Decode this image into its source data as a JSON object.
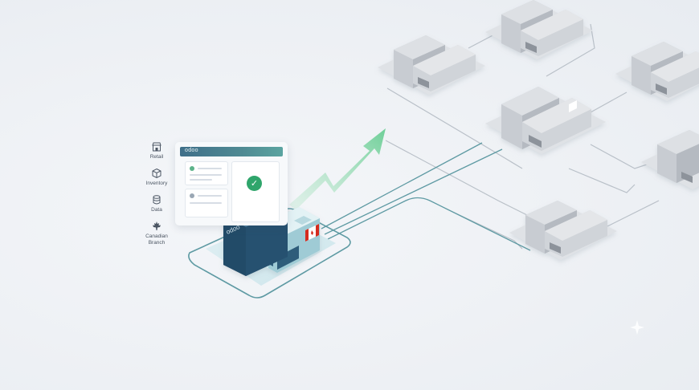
{
  "legend": {
    "items": [
      {
        "label": "Retail",
        "icon": "storefront-icon"
      },
      {
        "label": "Inventory",
        "icon": "box-icon"
      },
      {
        "label": "Data",
        "icon": "database-icon"
      },
      {
        "label": "Canadian Branch",
        "icon": "maple-leaf-icon"
      }
    ]
  },
  "dashboard": {
    "brand": "odoo",
    "status_icon": "check-circle-icon"
  },
  "hub": {
    "logo": "odoo",
    "flag": "canadian-flag-icon"
  },
  "colors": {
    "background": "#eef1f5",
    "accent_teal": "#4f8a93",
    "hub_blue": "#2f5d7a",
    "arrow_green": "#7fd3a4",
    "success_green": "#2fa56b",
    "flag_red": "#d52b1e",
    "branch_gray": "#c8ccd2"
  }
}
